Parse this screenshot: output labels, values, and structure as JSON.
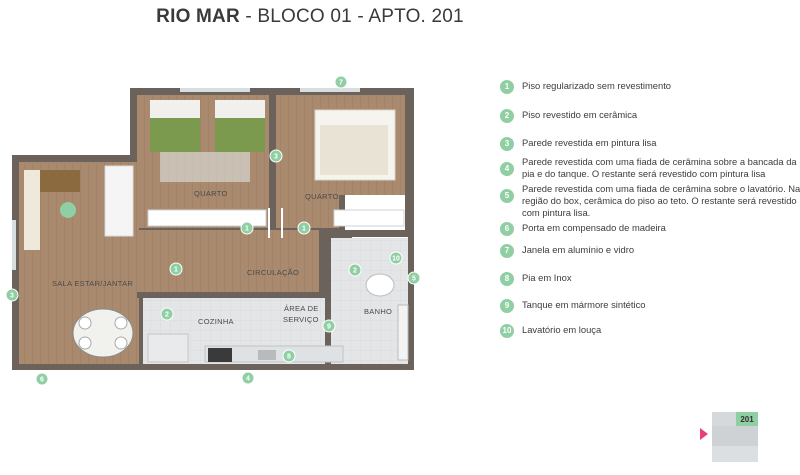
{
  "title": {
    "bold": "RIO MAR",
    "rest": " - BLOCO 01 - APTO. 201"
  },
  "rooms": {
    "quarto1": "QUARTO",
    "quarto2": "QUARTO",
    "circulacao": "CIRCULAÇÃO",
    "sala": "SALA ESTAR/JANTAR",
    "cozinha": "COZINHA",
    "area1": "ÁREA DE",
    "area2": "SERVIÇO",
    "banho": "BANHO"
  },
  "legend": [
    {
      "num": "1",
      "text": "Piso regularizado sem revestimento"
    },
    {
      "num": "2",
      "text": "Piso revestido em cerâmica"
    },
    {
      "num": "3",
      "text": "Parede revestida em pintura lisa"
    },
    {
      "num": "4",
      "text": "Parede revestida com uma fiada de cerâmina sobre a bancada da pia e do tanque. O restante será revestido com pintura lisa"
    },
    {
      "num": "5",
      "text": "Parede revestida com uma fiada de cerâmina sobre o lavatório. Na região do box, cerâmica do piso ao teto. O restante será revestido com pintura lisa."
    },
    {
      "num": "6",
      "text": "Porta em compensado de madeira"
    },
    {
      "num": "7",
      "text": "Janela em alumínio e vidro"
    },
    {
      "num": "8",
      "text": "Pia em Inox"
    },
    {
      "num": "9",
      "text": "Tanque em mármore sintético"
    },
    {
      "num": "10",
      "text": "Lavatório em louça"
    }
  ],
  "plan_badges": [
    "1",
    "1",
    "1",
    "1",
    "2",
    "2",
    "3",
    "3",
    "4",
    "5",
    "6",
    "7",
    "8",
    "9",
    "10"
  ],
  "mini_map": {
    "unit": "201"
  },
  "colors": {
    "accent": "#8fcfa3",
    "wall": "#6b625b",
    "floor_wood": "#a98a6e",
    "floor_tile": "#e3e4e5",
    "marker": "#e8407a"
  }
}
